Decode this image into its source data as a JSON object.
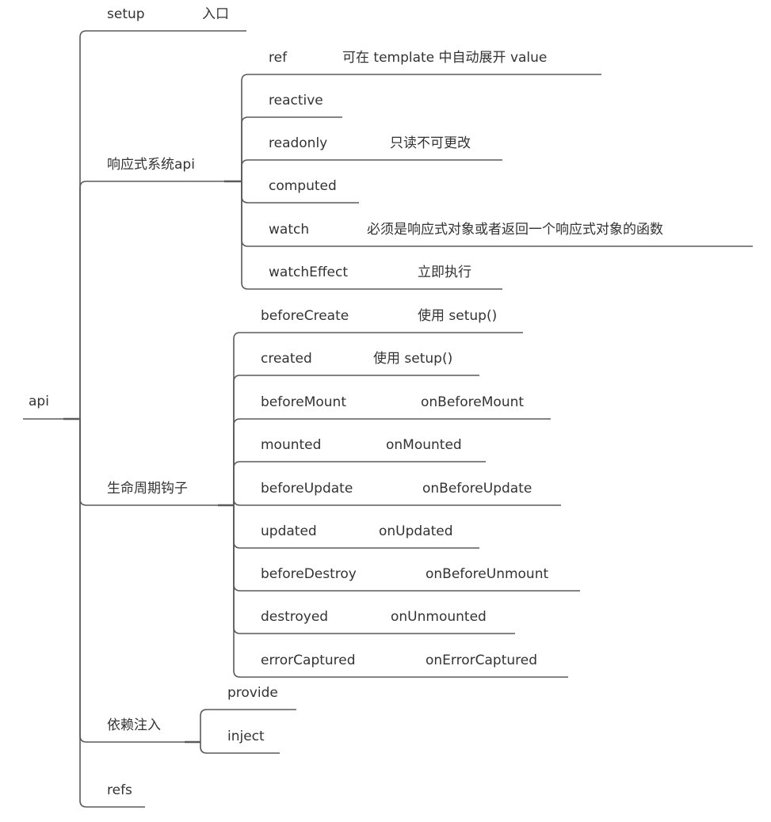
{
  "root": {
    "label": "api"
  },
  "branches": [
    {
      "label": "setup",
      "note": "入口"
    },
    {
      "label": "响应式系统api",
      "children": [
        {
          "label": "ref",
          "note": "可在  template 中自动展开 value"
        },
        {
          "label": "reactive"
        },
        {
          "label": "readonly",
          "note": "只读不可更改"
        },
        {
          "label": "computed"
        },
        {
          "label": "watch",
          "note": "必须是响应式对象或者返回一个响应式对象的函数"
        },
        {
          "label": "watchEffect",
          "note": "立即执行"
        }
      ]
    },
    {
      "label": "生命周期钩子",
      "children": [
        {
          "label": "beforeCreate",
          "note": "使用 setup()"
        },
        {
          "label": "created",
          "note": "使用 setup()"
        },
        {
          "label": "beforeMount",
          "note": "onBeforeMount"
        },
        {
          "label": "mounted",
          "note": "onMounted"
        },
        {
          "label": "beforeUpdate",
          "note": "onBeforeUpdate"
        },
        {
          "label": "updated",
          "note": "onUpdated"
        },
        {
          "label": "beforeDestroy",
          "note": "onBeforeUnmount"
        },
        {
          "label": "destroyed",
          "note": "onUnmounted"
        },
        {
          "label": "errorCaptured",
          "note": "onErrorCaptured"
        }
      ]
    },
    {
      "label": "依赖注入",
      "children": [
        {
          "label": "provide"
        },
        {
          "label": "inject"
        }
      ]
    },
    {
      "label": "refs"
    }
  ],
  "colors": {
    "line": "#5a5a5a",
    "text": "#333333"
  }
}
